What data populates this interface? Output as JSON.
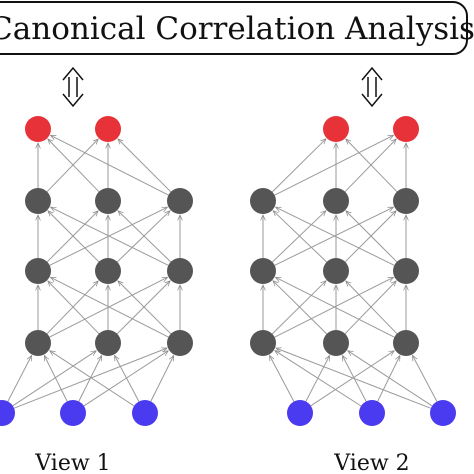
{
  "title": "Canonical Correlation Analysis",
  "views": [
    {
      "label": "View 1"
    },
    {
      "label": "View 2"
    }
  ],
  "network": {
    "layers": [
      {
        "role": "output",
        "nodes": 2,
        "color": "#e8323a"
      },
      {
        "role": "hidden",
        "nodes": 3,
        "color": "#555555"
      },
      {
        "role": "hidden",
        "nodes": 3,
        "color": "#555555"
      },
      {
        "role": "hidden",
        "nodes": 3,
        "color": "#555555"
      },
      {
        "role": "input",
        "nodes": 3,
        "color": "#4b3bf0"
      }
    ],
    "edge_color": "#9a9a9a",
    "link_symbol": "double-vertical-arrow"
  }
}
